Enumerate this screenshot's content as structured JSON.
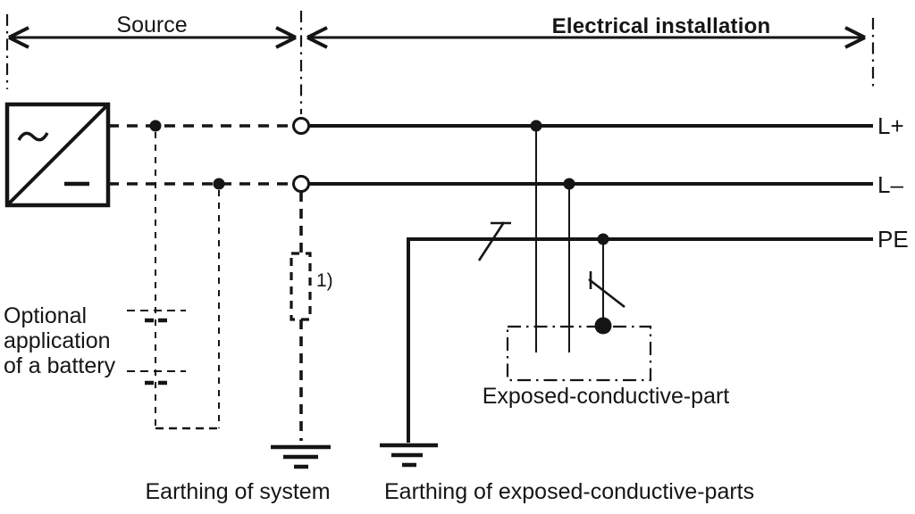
{
  "diagram": {
    "title_regions": {
      "source_label": "Source",
      "installation_label": "Electrical installation"
    },
    "conductors": {
      "l_plus": "L+",
      "l_minus": "L–",
      "pe": "PE"
    },
    "annotations": {
      "battery_note_line1": "Optional",
      "battery_note_line2": "application",
      "battery_note_line3": "of a battery",
      "impedance_ref": "1)",
      "exposed_part": "Exposed-conductive-part",
      "earthing_system": "Earthing of system",
      "earthing_exposed": "Earthing of exposed-conductive-parts"
    },
    "colors": {
      "line": "#151515",
      "background": "#ffffff"
    }
  }
}
